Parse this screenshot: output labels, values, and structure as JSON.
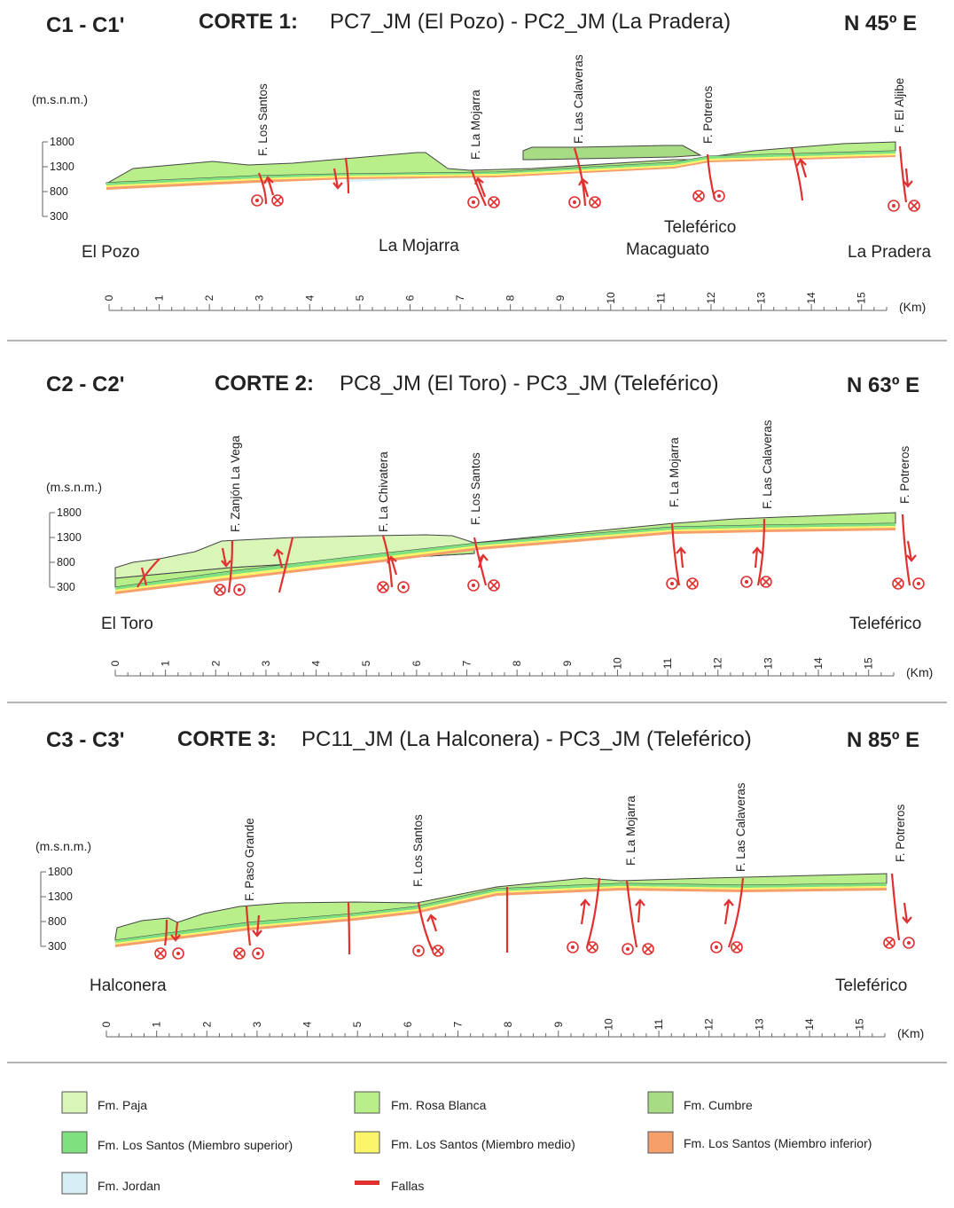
{
  "sections": [
    {
      "code": "C1 - C1'",
      "title_bold": "CORTE 1:",
      "title_text": "PC7_JM (El Pozo) - PC2_JM (La Pradera)",
      "azimuth": "N 45º E",
      "elev_unit": "(m.s.n.m.)",
      "elev_ticks": [
        "1800",
        "1300",
        "800",
        "300"
      ],
      "faults": [
        "F. Los Santos",
        "F. La Mojarra",
        "F. Las Calaveras",
        "F. Potreros",
        "F. El Aljibe"
      ],
      "places": [
        "El Pozo",
        "La Mojarra",
        "Teleférico",
        "Macaguato",
        "La Pradera"
      ],
      "km_ticks": [
        "0",
        "1",
        "2",
        "3",
        "4",
        "5",
        "6",
        "7",
        "8",
        "9",
        "10",
        "11",
        "12",
        "13",
        "14",
        "15"
      ],
      "km_unit": "(Km)"
    },
    {
      "code": "C2 - C2'",
      "title_bold": "CORTE 2:",
      "title_text": "PC8_JM (El Toro) - PC3_JM (Teleférico)",
      "azimuth": "N 63º E",
      "elev_unit": "(m.s.n.m.)",
      "elev_ticks": [
        "1800",
        "1300",
        "800",
        "300"
      ],
      "faults": [
        "F. Zanjón La Vega",
        "F. La Chivatera",
        "F. Los Santos",
        "F. La Mojarra",
        "F. Las Calaveras",
        "F. Potreros"
      ],
      "places": [
        "El Toro",
        "Teleférico"
      ],
      "km_ticks": [
        "0",
        "1",
        "2",
        "3",
        "4",
        "5",
        "6",
        "7",
        "8",
        "9",
        "10",
        "11",
        "12",
        "13",
        "14",
        "15"
      ],
      "km_unit": "(Km)"
    },
    {
      "code": "C3 - C3'",
      "title_bold": "CORTE 3:",
      "title_text": "PC11_JM (La Halconera) - PC3_JM (Teleférico)",
      "azimuth": "N 85º E",
      "elev_unit": "(m.s.n.m.)",
      "elev_ticks": [
        "1800",
        "1300",
        "800",
        "300"
      ],
      "faults": [
        "F. Paso Grande",
        "F. Los Santos",
        "F. La Mojarra",
        "F. Las Calaveras",
        "F. Potreros"
      ],
      "places": [
        "Halconera",
        "Teleférico"
      ],
      "km_ticks": [
        "0",
        "1",
        "2",
        "3",
        "4",
        "5",
        "6",
        "7",
        "8",
        "9",
        "10",
        "11",
        "12",
        "13",
        "14",
        "15"
      ],
      "km_unit": "(Km)"
    }
  ],
  "legend": [
    {
      "label": "Fm. Paja",
      "color": "#d9f5b8"
    },
    {
      "label": "Fm. Rosa Blanca",
      "color": "#b8ef8a"
    },
    {
      "label": "Fm. Cumbre",
      "color": "#a8dc84"
    },
    {
      "label": "Fm. Los Santos (Miembro superior)",
      "color": "#7ee07e"
    },
    {
      "label": "Fm. Los Santos (Miembro medio)",
      "color": "#fbf56a"
    },
    {
      "label": "Fm. Los Santos (Miembro inferior)",
      "color": "#f5a06a"
    },
    {
      "label": "Fm. Jordan",
      "color": "#d6eef6"
    },
    {
      "label": "Fallas",
      "color": "#e03030"
    }
  ]
}
